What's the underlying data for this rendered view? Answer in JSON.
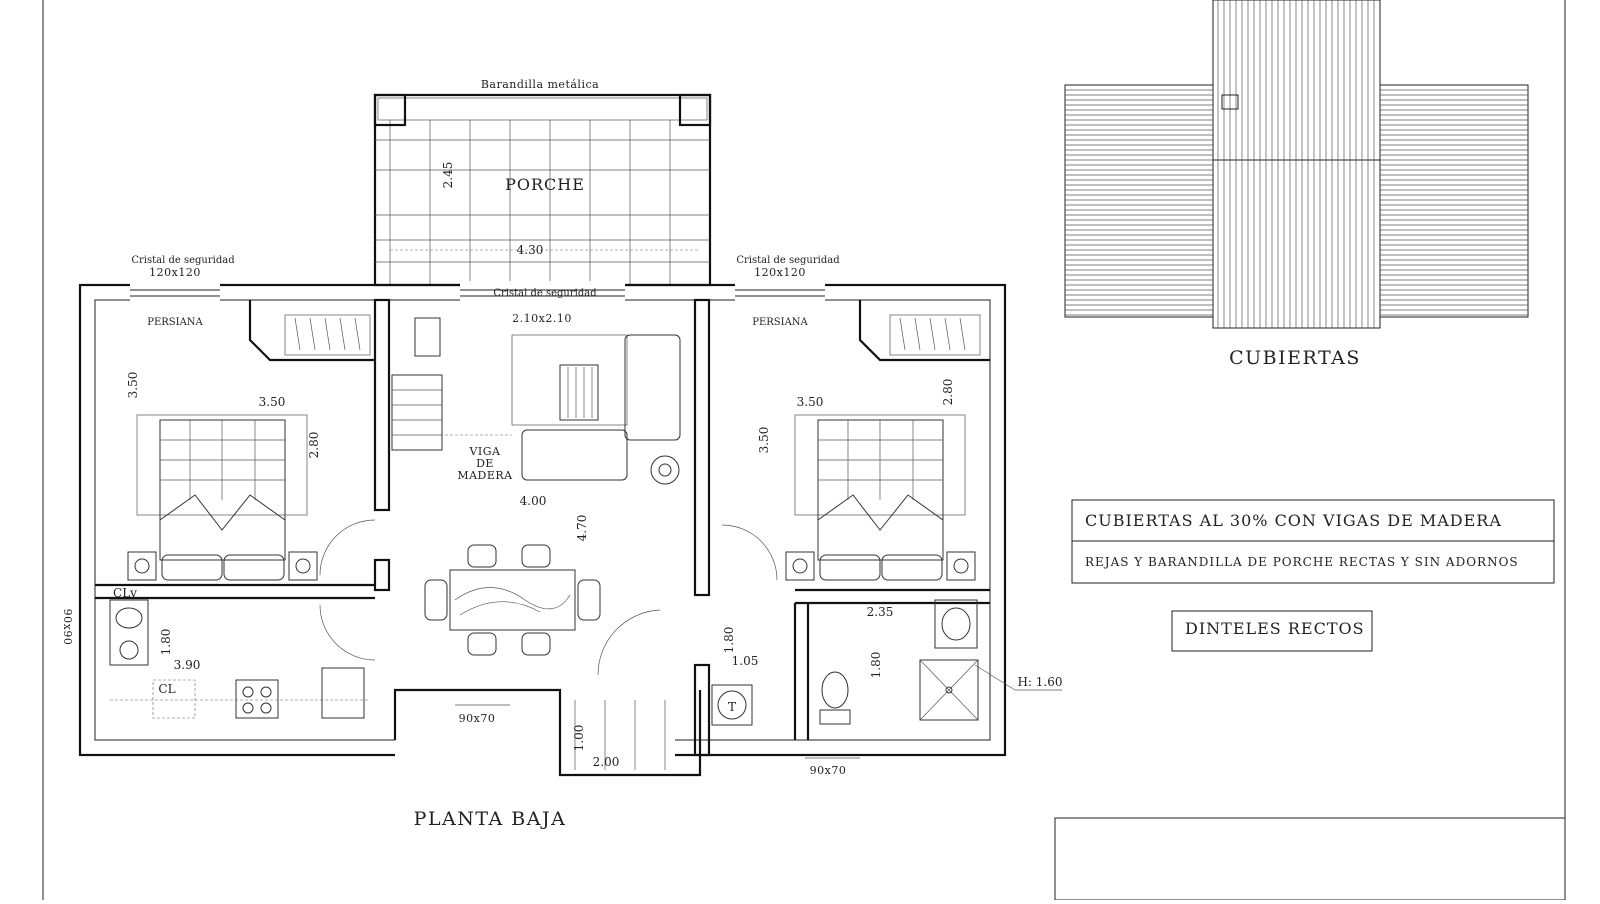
{
  "porch": {
    "railing_label": "Barandilla metálica",
    "name": "PORCHE",
    "dim_width": "4.30",
    "dim_depth": "2.45"
  },
  "windows": {
    "left": {
      "label": "Cristal de seguridad",
      "size": "120x120"
    },
    "center": {
      "label": "Cristal de seguridad",
      "size": "2.10x2.10"
    },
    "right": {
      "label": "Cristal de seguridad",
      "size": "120x120"
    }
  },
  "bedroom_left": {
    "blind": "PERSIANA",
    "dim_a": "3.50",
    "dim_b": "3.50",
    "dim_c": "2.80"
  },
  "bedroom_right": {
    "blind": "PERSIANA",
    "dim_a": "3.50",
    "dim_b": "3.50",
    "dim_c": "2.80"
  },
  "living": {
    "beam": [
      "VIGA",
      "DE",
      "MADERA"
    ],
    "dim_width": "4.00",
    "dim_depth": "4.70"
  },
  "kitchen": {
    "sink": "CLv",
    "washer": "CL",
    "dim_a": "1.80",
    "dim_b": "3.90",
    "side_window": "90x90"
  },
  "hall": {
    "dim_a": "1.80",
    "dim_b": "1.05",
    "dryer": "T"
  },
  "bathroom": {
    "dim_a": "2.35",
    "dim_b": "1.80",
    "shower_height": "H: 1.60"
  },
  "entry": {
    "dim_a": "1.00",
    "dim_b": "2.00"
  },
  "bottom_windows": {
    "left": "90x70",
    "right": "90x70"
  },
  "plan_title": "PLANTA BAJA",
  "roof_title": "CUBIERTAS",
  "notes": {
    "line1": "CUBIERTAS AL 30% CON VIGAS DE MADERA",
    "line2": "REJAS Y BARANDILLA DE PORCHE RECTAS Y SIN ADORNOS",
    "lintels": "DINTELES RECTOS"
  },
  "colors": {
    "ink": "#111111",
    "paper": "#ffffff"
  }
}
